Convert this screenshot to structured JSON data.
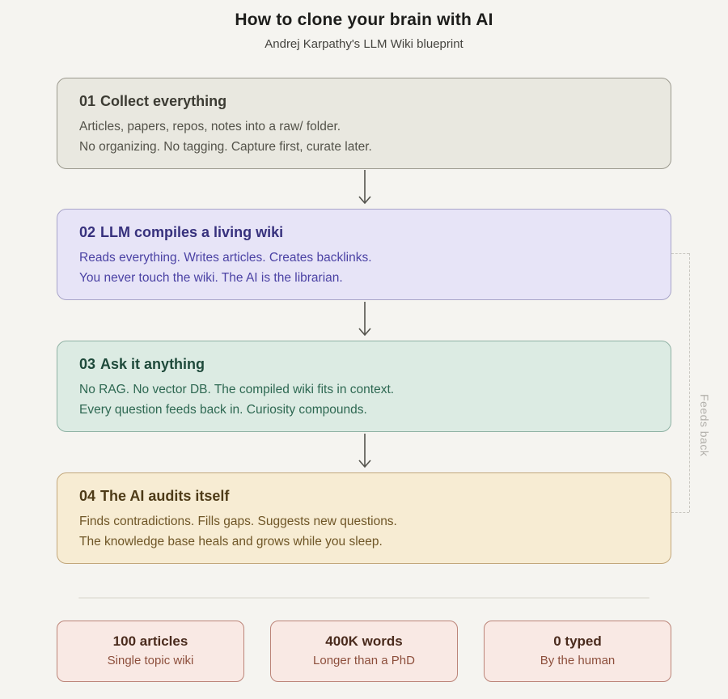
{
  "header": {
    "title": "How to clone your brain with AI",
    "subtitle": "Andrej Karpathy's LLM Wiki blueprint"
  },
  "steps": [
    {
      "number": "01",
      "title": "Collect everything",
      "line1": "Articles, papers, repos, notes into a raw/ folder.",
      "line2": "No organizing. No tagging. Capture first, curate later.",
      "background": "#e9e8e0",
      "border": "#9c9a8f",
      "accent": "#3d3c34"
    },
    {
      "number": "02",
      "title": "LLM compiles a living wiki",
      "line1": "Reads everything. Writes articles. Creates backlinks.",
      "line2": "You never touch the wiki. The AI is the librarian.",
      "background": "#e7e4f7",
      "border": "#a8a4c9",
      "accent": "#37317d"
    },
    {
      "number": "03",
      "title": "Ask it anything",
      "line1": "No RAG. No vector DB. The compiled wiki fits in context.",
      "line2": "Every question feeds back in. Curiosity compounds.",
      "background": "#dcebe3",
      "border": "#8fb2a4",
      "accent": "#1f4a3b"
    },
    {
      "number": "04",
      "title": "The AI audits itself",
      "line1": "Finds contradictions. Fills gaps. Suggests new questions.",
      "line2": "The knowledge base heals and grows while you sleep.",
      "background": "#f7ecd3",
      "border": "#c2a77b",
      "accent": "#4e3b17"
    }
  ],
  "feedback": {
    "label": "Feeds back"
  },
  "stats": [
    {
      "value": "100 articles",
      "label": "Single topic wiki"
    },
    {
      "value": "400K words",
      "label": "Longer than a PhD"
    },
    {
      "value": "0 typed",
      "label": "By the human"
    }
  ],
  "colors": {
    "page_background": "#f5f4f0",
    "arrow": "#55544e",
    "connector_dashed": "#c9c7c1",
    "stat_background": "#f9e9e4",
    "stat_border": "#bb8478",
    "stat_text": "#4a2b1d"
  }
}
